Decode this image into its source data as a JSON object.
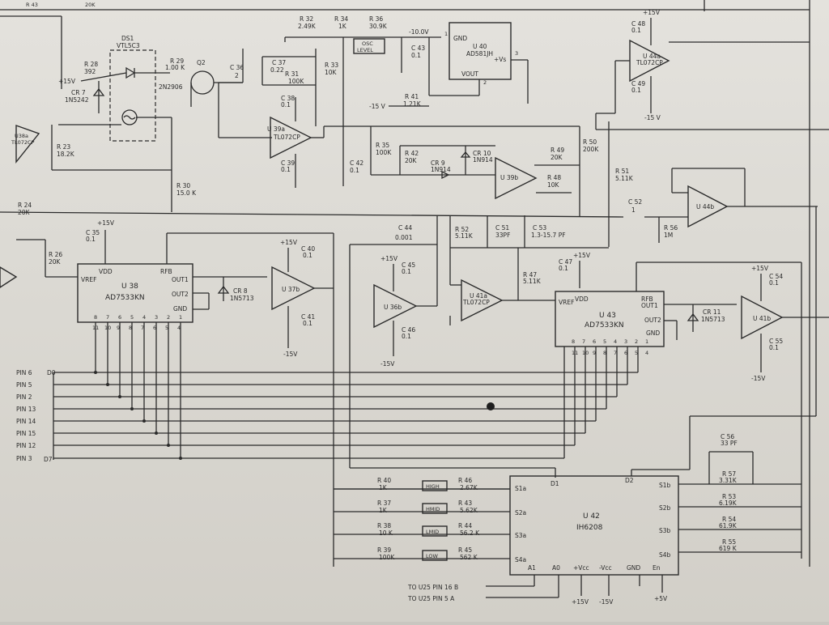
{
  "top_wires": {
    "r43": "R 43",
    "r20k_top": "20K"
  },
  "ds1": {
    "ref": "DS1",
    "part": "VTL5C3"
  },
  "r28": {
    "ref": "R 28",
    "value": "392"
  },
  "plus15_ds": "+15V",
  "cr7": {
    "ref": "CR 7",
    "part": "1N5242"
  },
  "r29": {
    "ref": "R 29",
    "value": "1.00 K"
  },
  "q2": {
    "ref": "Q2",
    "part": "2N2906"
  },
  "c36": {
    "ref": "C 36",
    "value": "2"
  },
  "c37": {
    "ref": "C 37",
    "value": "0.22"
  },
  "r31": {
    "ref": "R 31",
    "value": "100K"
  },
  "r33": {
    "ref": "R 33",
    "value": "10K"
  },
  "r32": {
    "ref": "R 32",
    "value": "2.49K"
  },
  "r34": {
    "ref": "R 34",
    "value": "1K"
  },
  "r36": {
    "ref": "R 36",
    "value": "30.9K"
  },
  "neg10v": "-10.0V",
  "osc": {
    "line1": "OSC",
    "line2": "LEVEL"
  },
  "c43": {
    "ref": "C 43",
    "value": "0.1"
  },
  "u40": {
    "ref": "U 40",
    "part": "AD581JH",
    "gnd": "GND",
    "vs": "+Vs",
    "vout": "VOUT",
    "p1": "1",
    "p2": "2",
    "p3": "3"
  },
  "r41": {
    "ref": "R 41",
    "value": "1.21K"
  },
  "neg15_r41": "-15 V",
  "c38": {
    "ref": "C 38",
    "value": "0.1"
  },
  "u39a": {
    "ref": "U 39a",
    "part": "TL072CP"
  },
  "c39": {
    "ref": "C 39",
    "value": "0.1"
  },
  "c42": {
    "ref": "C 42",
    "value": "0.1"
  },
  "u38a": {
    "ref": "U38a",
    "part": "TL072CP"
  },
  "r23": {
    "ref": "R 23",
    "value": "18.2K"
  },
  "r30": {
    "ref": "R 30",
    "value": "15.0 K"
  },
  "r35": {
    "ref": "R 35",
    "value": "100K"
  },
  "r42": {
    "ref": "R 42",
    "value": "20K"
  },
  "cr9": {
    "ref": "CR 9",
    "part": "1N914"
  },
  "cr10": {
    "ref": "CR 10",
    "part": "1N914"
  },
  "u39b": {
    "ref": "U 39b"
  },
  "r49": {
    "ref": "R 49",
    "value": "20K"
  },
  "r48": {
    "ref": "R 48",
    "value": "10K"
  },
  "r50": {
    "ref": "R 50",
    "value": "200K"
  },
  "r51": {
    "ref": "R 51",
    "value": "5.11K"
  },
  "u44a": {
    "ref": "U 44a",
    "part": "TL072CP"
  },
  "c48": {
    "ref": "C 48",
    "value": "0.1"
  },
  "c49": {
    "ref": "C 49",
    "value": "0.1"
  },
  "plus15_u44": "+15V",
  "neg15_u44": "-15 V",
  "r24": {
    "ref": "R 24",
    "value": "20K"
  },
  "c52": {
    "ref": "C 52",
    "value": "1"
  },
  "r56": {
    "ref": "R 56",
    "value": "1M"
  },
  "u44b": {
    "ref": "U 44b"
  },
  "c35": {
    "ref": "C 35",
    "value": "0.1"
  },
  "plus15_u38": "+15V",
  "r26": {
    "ref": "R 26",
    "value": "20K"
  },
  "u38": {
    "ref": "U 38",
    "part": "AD7533KN",
    "vdd": "VDD",
    "rfb": "RFB",
    "vref": "VREF",
    "out1": "OUT1",
    "out2": "OUT2",
    "gnd": "GND"
  },
  "u38_pins_top": [
    "8",
    "7",
    "6",
    "5",
    "4",
    "3",
    "2",
    "1"
  ],
  "u38_pins_bot": [
    "11",
    "10",
    "9",
    "8",
    "7",
    "6",
    "5",
    "4"
  ],
  "cr8": {
    "ref": "CR 8",
    "part": "1N5713"
  },
  "u37b": {
    "ref": "U 37b"
  },
  "c40": {
    "ref": "C 40",
    "value": "0.1"
  },
  "c41": {
    "ref": "C 41",
    "value": "0.1"
  },
  "plus15_u37": "+15V",
  "neg15_u37": "-15V",
  "c44": {
    "ref": "C 44",
    "value": "0.001"
  },
  "c45": {
    "ref": "C 45",
    "value": "0.1"
  },
  "c46": {
    "ref": "C 46",
    "value": "0.1"
  },
  "u36b": {
    "ref": "U 36b"
  },
  "plus15_u36": "+15V",
  "neg15_u36": "-15V",
  "r52": {
    "ref": "R 52",
    "value": "5.11K"
  },
  "c51": {
    "ref": "C 51",
    "value": "33PF"
  },
  "c53": {
    "ref": "C 53",
    "value": "1.3-15.7 PF"
  },
  "u41a": {
    "ref": "U 41a",
    "part": "TL072CP"
  },
  "r47": {
    "ref": "R 47",
    "value": "5.11K"
  },
  "c47": {
    "ref": "C 47",
    "value": "0.1"
  },
  "plus15_u43": "+15V",
  "u43": {
    "ref": "U 43",
    "part": "AD7533KN",
    "vdd": "VDD",
    "rfb": "RFB",
    "vref": "VREF",
    "out1": "OUT1",
    "out2": "OUT2",
    "gnd": "GND"
  },
  "u43_pins_top": [
    "8",
    "7",
    "6",
    "5",
    "4",
    "3",
    "2",
    "1"
  ],
  "u43_pins_bot": [
    "11",
    "10",
    "9",
    "8",
    "7",
    "6",
    "5",
    "4"
  ],
  "cr11": {
    "ref": "CR 11",
    "part": "1N5713"
  },
  "u41b": {
    "ref": "U 41b"
  },
  "c54": {
    "ref": "C 54",
    "value": "0.1"
  },
  "c55": {
    "ref": "C 55",
    "value": "0.1"
  },
  "plus15_u41": "+15V",
  "neg15_u41": "-15V",
  "pins": [
    "PIN 6",
    "PIN 5",
    "PIN 2",
    "PIN 13",
    "PIN 14",
    "PIN 15",
    "PIN 12",
    "PIN 3"
  ],
  "d0": "D0",
  "d7": "D7",
  "r40": {
    "ref": "R 40",
    "value": "1K",
    "tag": "HIGH"
  },
  "r46": {
    "ref": "R 46",
    "value": "2.67K"
  },
  "r37": {
    "ref": "R 37",
    "value": "1K",
    "tag": "HMID"
  },
  "r43b": {
    "ref": "R 43",
    "value": "5.62K"
  },
  "r38": {
    "ref": "R 38",
    "value": "10 K",
    "tag": "LMID"
  },
  "r44": {
    "ref": "R 44",
    "value": "56.2 K"
  },
  "r39": {
    "ref": "R 39",
    "value": "100K",
    "tag": "LOW"
  },
  "r45": {
    "ref": "R 45",
    "value": "562 K"
  },
  "u42": {
    "ref": "U 42",
    "part": "IH6208",
    "d1": "D1",
    "d2": "D2",
    "s1a": "S1a",
    "s2a": "S2a",
    "s3a": "S3a",
    "s4a": "S4a",
    "s1b": "S1b",
    "s2b": "S2b",
    "s3b": "S3b",
    "s4b": "S4b",
    "a1": "A1",
    "a0": "A0",
    "vcc": "+Vcc",
    "nvcc": "-Vcc",
    "gnd": "GND",
    "en": "En"
  },
  "c56": {
    "ref": "C 56",
    "value": "33 PF"
  },
  "r57": {
    "ref": "R 57",
    "value": "3.31K"
  },
  "r53": {
    "ref": "R 53",
    "value": "6.19K"
  },
  "r54": {
    "ref": "R 54",
    "value": "61.9K"
  },
  "r55": {
    "ref": "R 55",
    "value": "619 K"
  },
  "to_u25_b": "TO U25  PIN 16  B",
  "to_u25_a": "TO U25  PIN 5   A",
  "u42_pwr": {
    "p15": "+15V",
    "n15": "-15V",
    "p5": "+5V"
  }
}
